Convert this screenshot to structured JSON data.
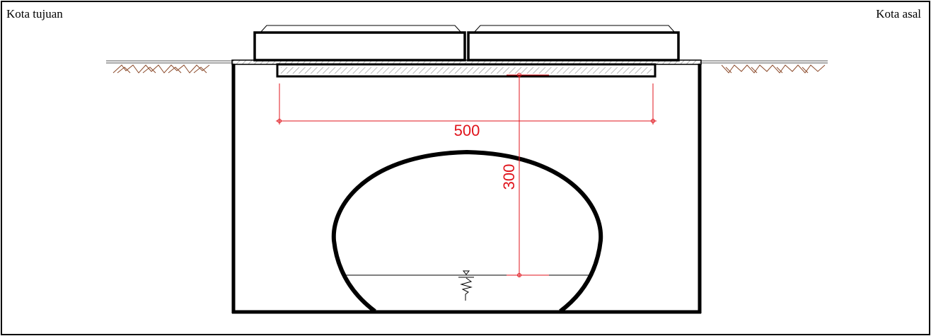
{
  "labels": {
    "left_direction": "Kota tujuan",
    "right_direction": "Kota asal"
  },
  "dimensions": {
    "width_value": "500",
    "height_value": "300",
    "color": "#e0141c"
  },
  "colors": {
    "structure": "#000000",
    "soil_hatch": "#8b4a2a",
    "dimension": "#e0141c"
  },
  "icons": {
    "water_level": "water-level-icon"
  }
}
